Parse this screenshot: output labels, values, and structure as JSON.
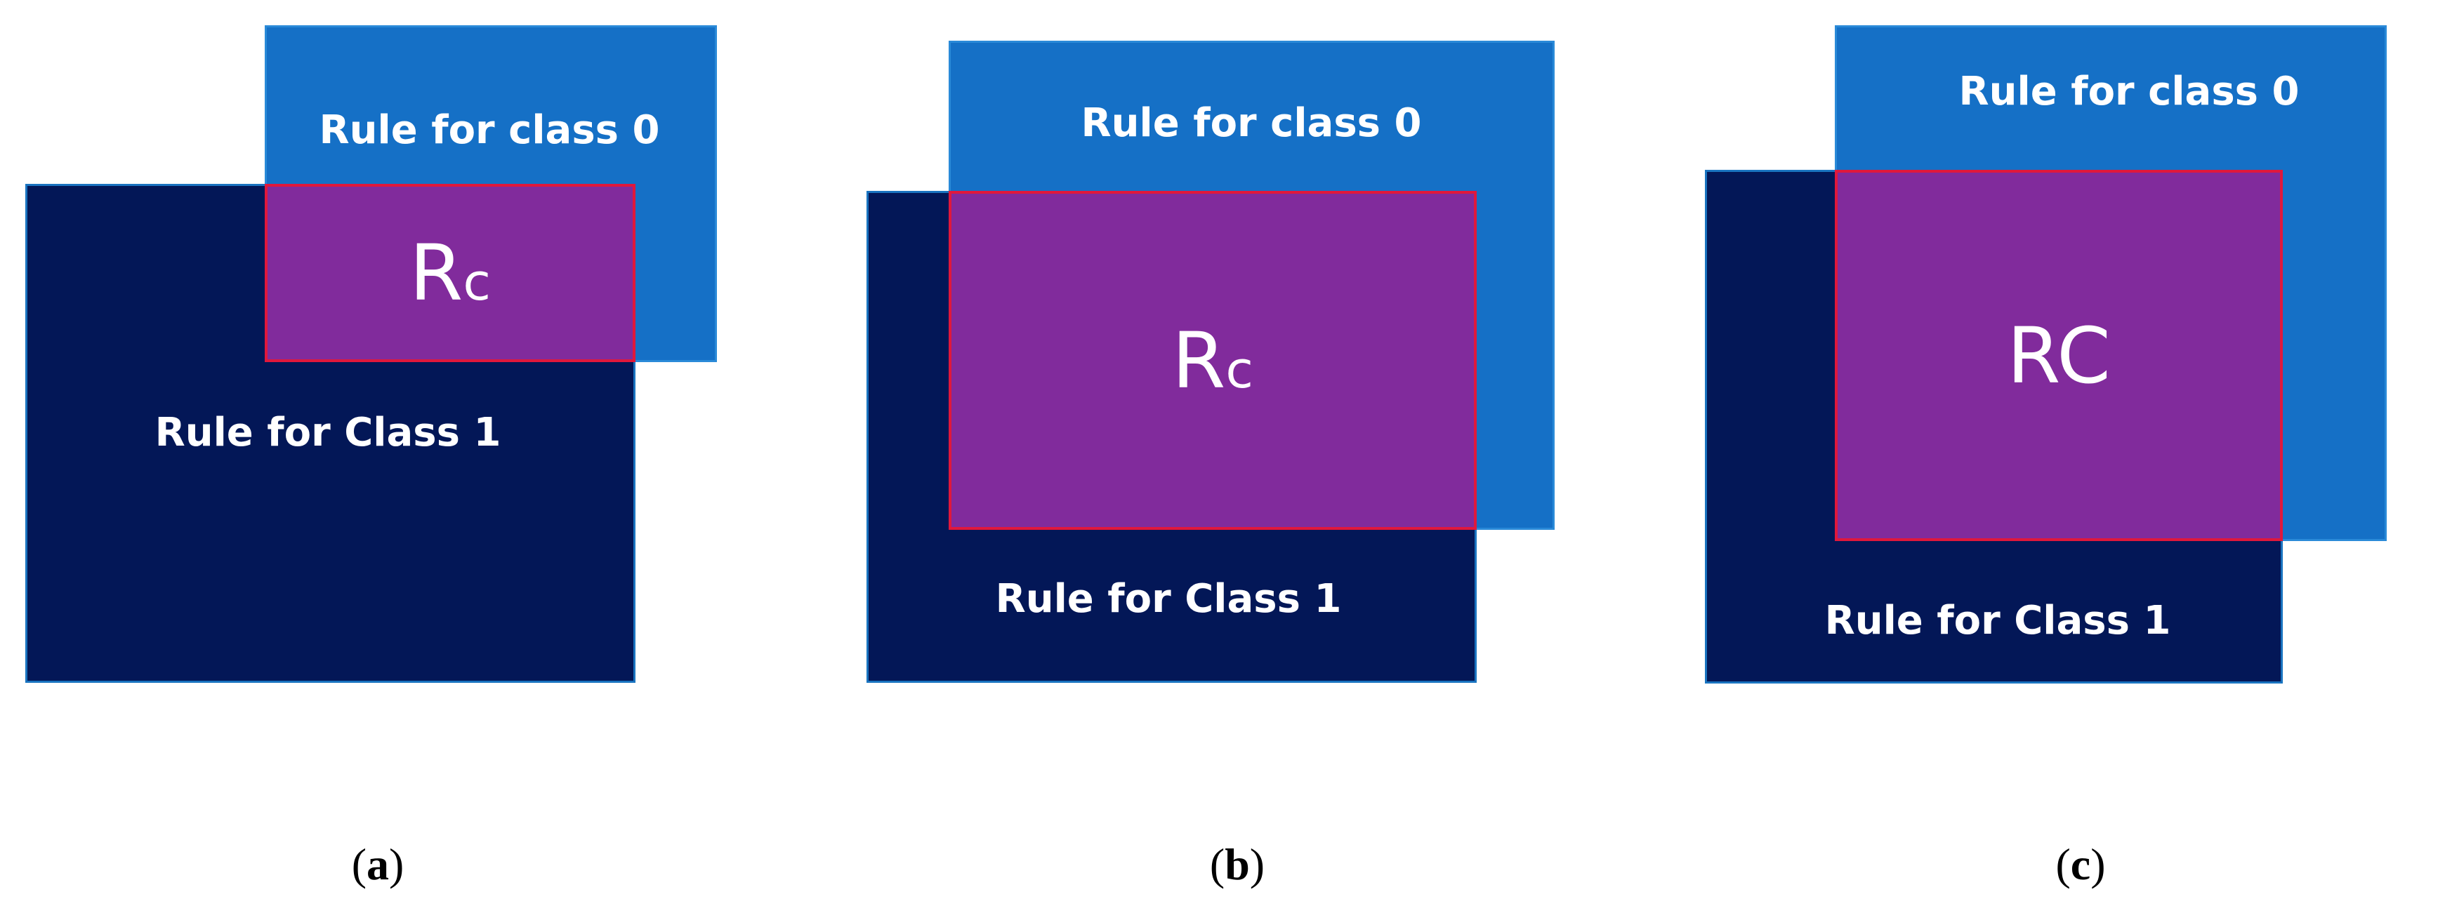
{
  "panels": [
    {
      "caption_open": "(",
      "caption_letter": "a",
      "caption_close": ")",
      "class0_label": "Rule for class 0",
      "class1_label": "Rule for Class 1",
      "overlap_main": "R",
      "overlap_sub": "c"
    },
    {
      "caption_open": "(",
      "caption_letter": "b",
      "caption_close": ")",
      "class0_label": "Rule for class 0",
      "class1_label": "Rule for Class 1",
      "overlap_main": "R",
      "overlap_sub": "c"
    },
    {
      "caption_open": "(",
      "caption_letter": "c",
      "caption_close": ")",
      "class0_label": "Rule for class 0",
      "class1_label": "Rule for Class 1",
      "overlap_main": "R",
      "overlap_sub": "C"
    }
  ],
  "colors": {
    "class0_fill": "#1570c6",
    "class1_fill": "#031757",
    "overlap_fill": "#812b9c",
    "overlap_border": "#e0183c"
  }
}
